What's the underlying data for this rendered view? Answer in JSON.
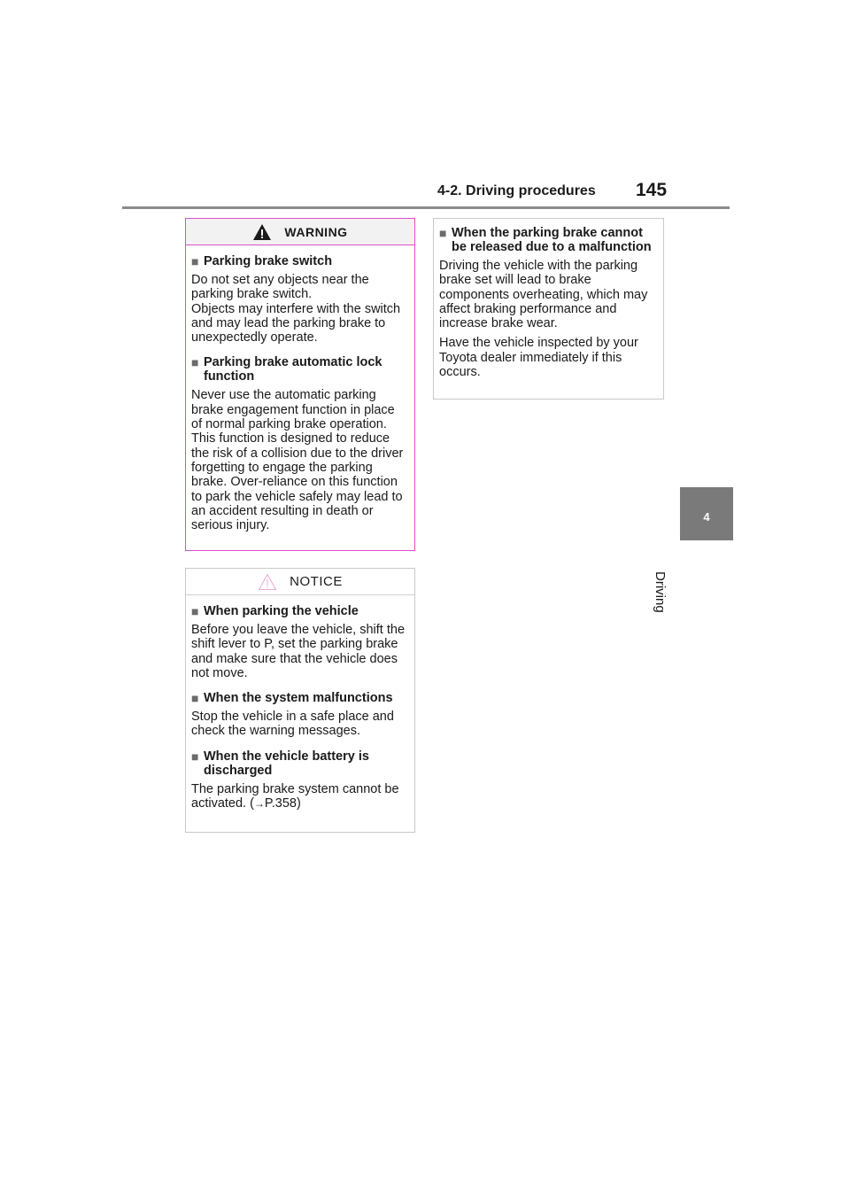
{
  "header": {
    "section_title": "4-2. Driving procedures",
    "page_number": "145"
  },
  "chapter_tab": {
    "number": "4",
    "label": "Driving"
  },
  "warning": {
    "title": "WARNING",
    "sections": [
      {
        "heading": "Parking brake switch",
        "text": "Do not set any objects near the parking brake switch.\nObjects may interfere with the switch and may lead the parking brake to unexpectedly operate."
      },
      {
        "heading": "Parking brake automatic lock function",
        "text": "Never use the automatic parking brake engagement function in place of normal parking brake operation. This function is designed to reduce the risk of a collision due to the driver forgetting to engage the parking brake. Over-reliance on this function to park the vehicle safely may lead to an accident resulting in death or serious injury."
      }
    ]
  },
  "notice": {
    "title": "NOTICE",
    "sections": [
      {
        "heading": "When parking the vehicle",
        "text": "Before you leave the vehicle, shift the shift lever to P, set the parking brake and make sure that the vehicle does not move."
      },
      {
        "heading": "When the system malfunctions",
        "text": "Stop the vehicle in a safe place and check the warning messages."
      },
      {
        "heading": "When the vehicle battery is discharged",
        "text_before": "The parking brake system cannot be activated. (",
        "arrow": "→",
        "text_link": "P.358",
        "text_after": ")"
      }
    ]
  },
  "notice_cont": {
    "sections": [
      {
        "heading": "When the parking brake cannot be released due to a malfunction",
        "text": "Driving the vehicle with the parking brake set will lead to brake components overheating, which may affect braking performance and increase brake wear."
      },
      {
        "heading": "",
        "text": "Have the vehicle inspected by your Toyota dealer immediately if this occurs."
      }
    ]
  },
  "colors": {
    "warning_border": "#e34dc5",
    "tab_gray": "#7a7a7a",
    "rule_gray": "#8c8c8c"
  },
  "icons": [
    "warning-triangle-icon",
    "notice-triangle-icon",
    "bullet-square-icon"
  ]
}
